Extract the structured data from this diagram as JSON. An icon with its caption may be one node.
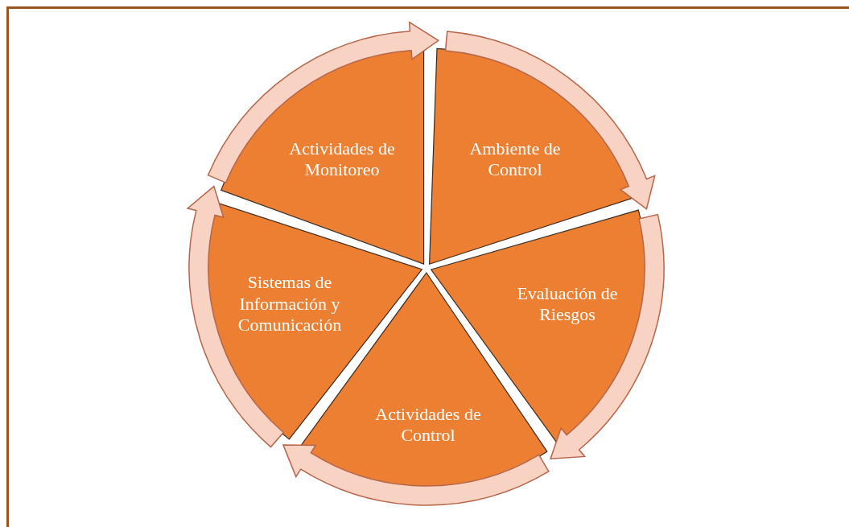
{
  "diagram": {
    "nodes": [
      {
        "text": [
          "Ambiente de Control"
        ]
      },
      {
        "text": [
          "Evaluación de Riesgos"
        ]
      },
      {
        "text": [
          "Actividades de Control"
        ]
      },
      {
        "text": [
          "Sistemas de Información y Comunicación"
        ]
      },
      {
        "text": [
          "Actividades de Monitoreo"
        ]
      }
    ],
    "edges": [
      {
        "from": 0,
        "to": 1,
        "arrow": "to"
      },
      {
        "from": 1,
        "to": 2,
        "arrow": "to"
      },
      {
        "from": 2,
        "to": 3,
        "arrow": "to"
      },
      {
        "from": 3,
        "to": 4,
        "arrow": "to"
      },
      {
        "from": 4,
        "to": 0,
        "arrow": "to"
      }
    ]
  }
}
